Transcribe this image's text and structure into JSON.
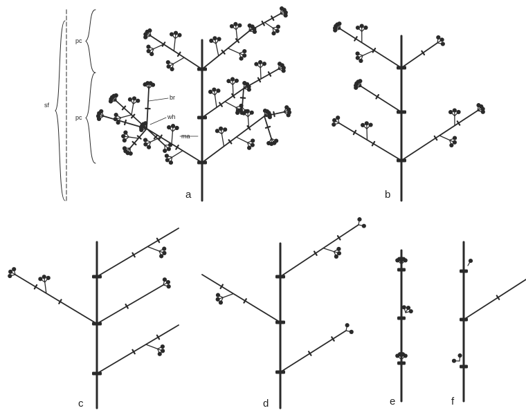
{
  "figure": {
    "panel_labels": [
      "a",
      "b",
      "c",
      "d",
      "e",
      "f"
    ],
    "annotations": {
      "synflorescence": "sf",
      "paracladium": "pc",
      "bract": "br",
      "whorl": "wh",
      "main_axis": "ma"
    }
  }
}
